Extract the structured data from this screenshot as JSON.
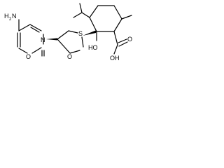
{
  "molecule": {
    "labels": {
      "amine_h": "H",
      "amine_2": "2",
      "amine_n": "N",
      "ring_n": "N",
      "carbonyl_o": "O",
      "ring_o": "O",
      "ring_s": "S",
      "hydroxyl_ho": "HO",
      "acid_o": "O",
      "acid_oh": "OH"
    },
    "colors": {
      "bond": "#000000",
      "text": "#000000",
      "background": "#ffffff"
    }
  }
}
